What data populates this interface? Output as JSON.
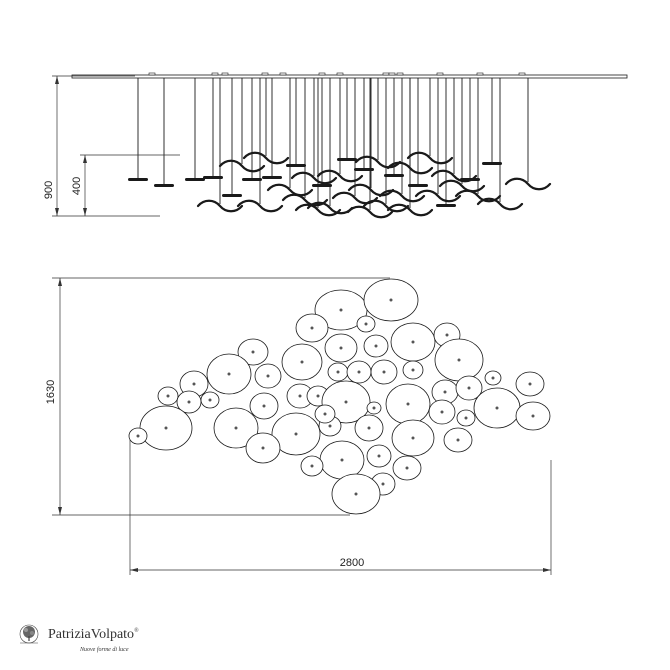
{
  "elevation": {
    "total_height_label": "900",
    "drop_height_label": "400"
  },
  "plan": {
    "depth_label": "1630",
    "width_label": "2800"
  },
  "brand": {
    "name": "PatriziaVolpato",
    "registered_mark": "®",
    "tagline": "Nuove forme di luce",
    "logo_icon": "tree-emblem-icon"
  },
  "colors": {
    "line": "#1a1a1a",
    "dim_line": "#333333",
    "text": "#222222"
  }
}
